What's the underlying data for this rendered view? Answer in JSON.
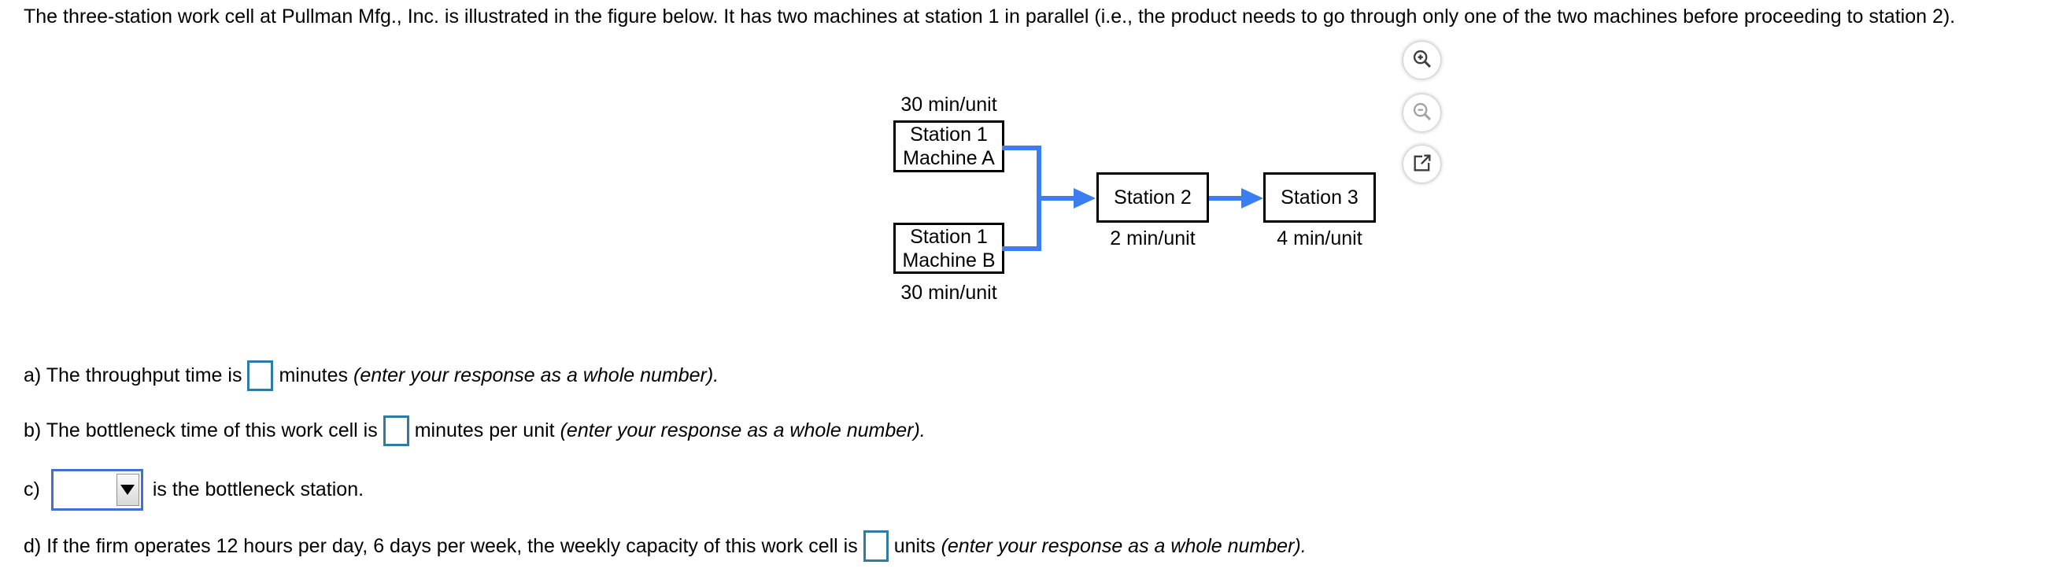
{
  "title": "The three-station work cell at Pullman Mfg., Inc. is illustrated in the figure below. It has two machines at station 1 in parallel (i.e., the product needs to go through only one of the two machines before proceeding to station 2).",
  "toolbar": {
    "icons": [
      {
        "name": "zoom-in-icon",
        "enabled": true
      },
      {
        "name": "zoom-out-icon",
        "enabled": false
      },
      {
        "name": "open-in-new-window-icon",
        "enabled": true
      }
    ]
  },
  "diagram": {
    "machine_a": {
      "line1": "Station 1",
      "line2": "Machine A",
      "rate": "30 min/unit"
    },
    "machine_b": {
      "line1": "Station 1",
      "line2": "Machine B",
      "rate": "30 min/unit"
    },
    "station_2": {
      "label": "Station 2",
      "rate": "2 min/unit"
    },
    "station_3": {
      "label": "Station 3",
      "rate": "4 min/unit"
    },
    "connector_color": "#3b7ef2"
  },
  "questions": {
    "a": {
      "prefix": "a) The throughput time is",
      "suffix": "minutes",
      "note": "(enter your response as a whole number).",
      "value": ""
    },
    "b": {
      "prefix": "b) The bottleneck time of this work cell is",
      "suffix": "minutes per unit",
      "note": "(enter your response as a whole number).",
      "value": ""
    },
    "c": {
      "prefix": "c)",
      "suffix": "is the bottleneck station.",
      "selected_value": ""
    },
    "d": {
      "prefix": "d) If the firm operates 12 hours per day, 6 days per week, the weekly capacity of this work cell is",
      "suffix": "units",
      "note": "(enter your response as a whole number).",
      "value": ""
    }
  },
  "colors": {
    "answer_box_border": "#2e7ba3",
    "dropdown_border": "#4070d0",
    "connector_blue": "#3b7ef2",
    "text": "#000000"
  }
}
